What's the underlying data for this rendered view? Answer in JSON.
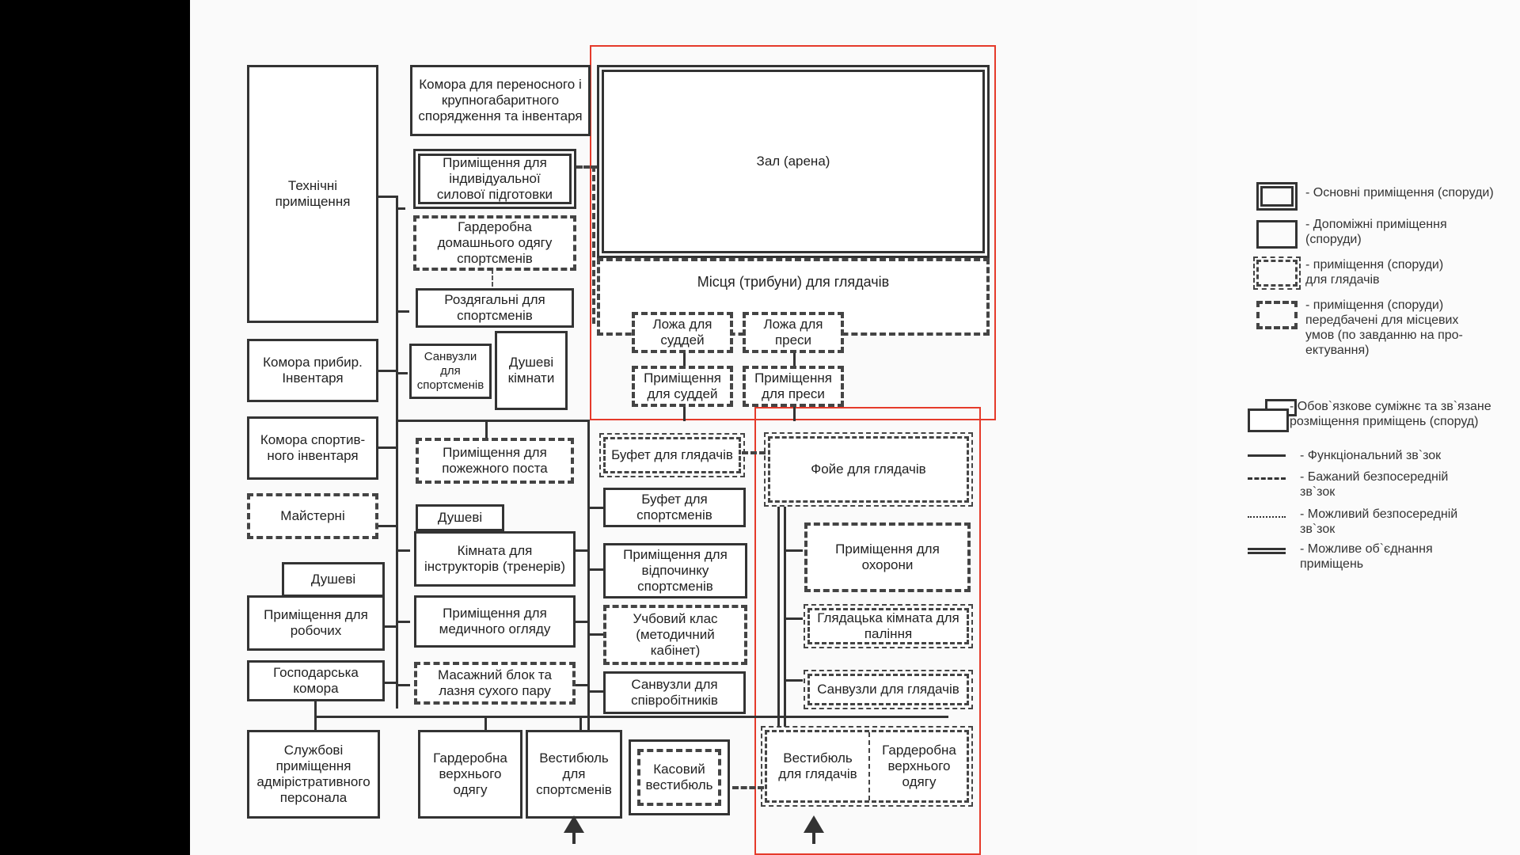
{
  "rooms": {
    "technical": "Технічні приміщення",
    "storage_equipment": "Комора для переносного і крупногабаритного спорядження та інвентаря",
    "arena": "Зал (арена)",
    "individual_training": "Приміщення для індивідуальної силової підготовки",
    "wardrobe_home": "Гардеробна домашнього одягу спортсменів",
    "stands": "Місця (трибуни) для глядачів",
    "judges_box": "Ложа для суддей",
    "press_box": "Ложа для преси",
    "cleaning_storage": "Комора прибир. Інвентаря",
    "changing_rooms": "Роздягальні для спортсменів",
    "athletes_wc": "Санвузли для спортсменів",
    "showers_1": "Душеві кімнати",
    "judges_room": "Приміщення для суддей",
    "press_room": "Приміщення для преси",
    "sports_storage": "Комора спортив-ного інвентаря",
    "fire_post": "Приміщення для пожежного поста",
    "spectator_buffet": "Буфет для глядачів",
    "spectator_foyer": "Фойе для глядачів",
    "workshops": "Майстерні",
    "showers_2": "Душеві",
    "athlete_buffet": "Буфет для спортсменів",
    "security": "Приміщення для охорони",
    "instructors_room": "Кімната для інструкторів (тренерів)",
    "athlete_rest": "Приміщення для відпочинку спортсменів",
    "showers_3": "Душеві",
    "workers_room": "Приміщення для робочих",
    "medical": "Приміщення для медичного огляду",
    "classroom": "Учбовий клас (методичний кабінет)",
    "smoking": "Глядацька кімната для паління",
    "utility_storage": "Господарська комора",
    "massage_sauna": "Масажний блок та лазня сухого пару",
    "staff_wc": "Санвузли для співробітників",
    "spectator_wc": "Санвузли для глядачів",
    "admin_offices": "Службові приміщення адмірістративного персонала",
    "outerwear_athletes": "Гардеробна верхнього одягу",
    "athlete_vestibule": "Вестибюль для спортсменів",
    "cash_vestibule": "Касовий вестибюль",
    "spectator_vestibule": "Вестибюль для глядачів",
    "outerwear_spectators": "Гардеробна верхнього одягу"
  },
  "legend": {
    "main": "- Основні приміщення (споруди)",
    "auxiliary": "- Допоміжні приміщення\n(споруди)",
    "spectators": "- приміщення (споруди)\nдля глядачів",
    "local": "- приміщення (споруди)\nпередбачені для місцевих\nумов (по завданню на про-\nектування)",
    "adjacent": "- Обов`язкове суміжнє та зв`язане\nрозміщення приміщень (споруд)",
    "functional": "- Функціональний зв`зок",
    "desired": "- Бажаний безпосередній\nзв`зок",
    "possible": "- Можливий безпосередній\nзв`зок",
    "merge": "- Можливе об`єднання\nприміщень"
  },
  "colors": {
    "highlight": "#e53a2a",
    "ink": "#333333"
  }
}
